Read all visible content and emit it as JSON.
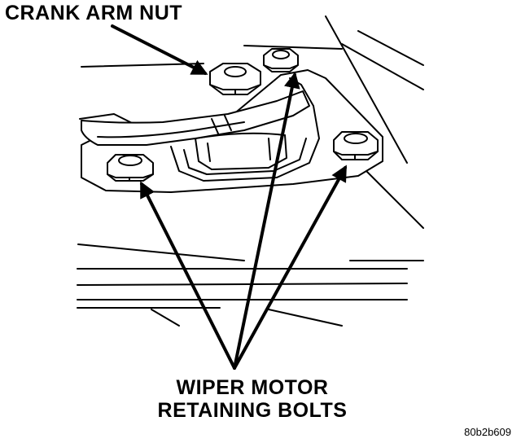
{
  "labels": {
    "crank_arm_nut": "CRANK ARM NUT",
    "wiper_motor_line1": "WIPER MOTOR",
    "wiper_motor_line2": "RETAINING BOLTS"
  },
  "figure_id": "80b2b609",
  "colors": {
    "ink": "#000000",
    "background": "#ffffff"
  }
}
